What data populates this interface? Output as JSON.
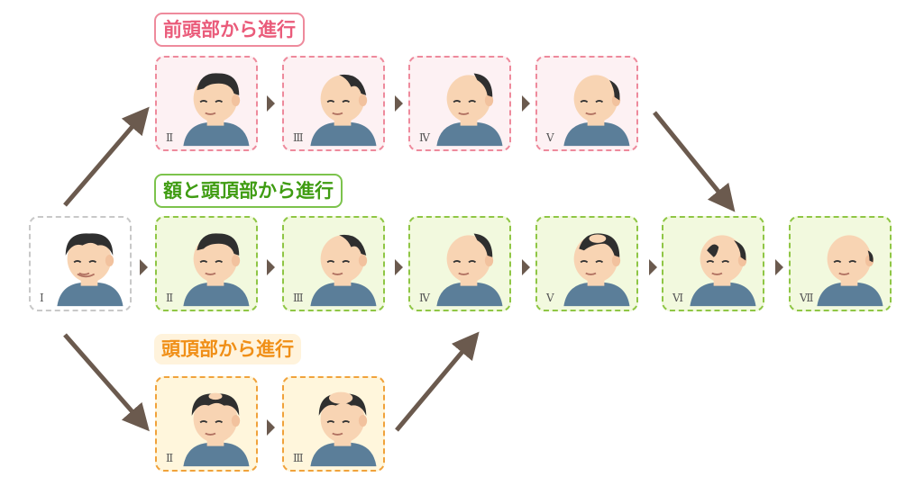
{
  "labels": {
    "front": "前頭部から進行",
    "both": "額と頭頂部から進行",
    "crown": "頭頂部から進行"
  },
  "stages": {
    "start": "Ⅰ",
    "front": [
      "Ⅱ",
      "Ⅲ",
      "Ⅳ",
      "Ⅴ"
    ],
    "both": [
      "Ⅱ",
      "Ⅲ",
      "Ⅳ",
      "Ⅴ",
      "Ⅵ",
      "Ⅶ"
    ],
    "crown": [
      "Ⅱ",
      "Ⅲ"
    ]
  },
  "colors": {
    "front": "#ee8a9c",
    "both": "#8fc645",
    "crown": "#f0a23b",
    "arrow": "#6b5a4e"
  }
}
